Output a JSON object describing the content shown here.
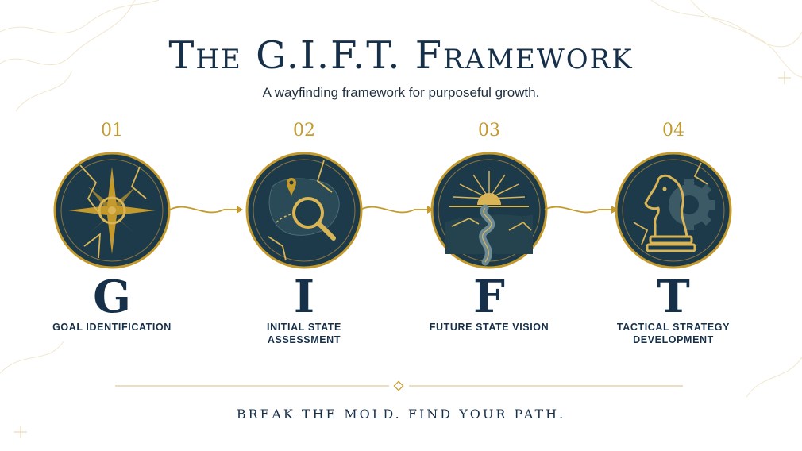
{
  "title": "The G.I.F.T. Framework",
  "subtitle": "A wayfinding framework for purposeful growth.",
  "stages": [
    {
      "number": "01",
      "letter": "G",
      "label": "GOAL IDENTIFICATION",
      "icon": "compass-icon"
    },
    {
      "number": "02",
      "letter": "I",
      "label": "INITIAL STATE ASSESSMENT",
      "icon": "map-magnifier-icon"
    },
    {
      "number": "03",
      "letter": "F",
      "label": "FUTURE STATE VISION",
      "icon": "sunrise-path-icon"
    },
    {
      "number": "04",
      "letter": "T",
      "label": "TACTICAL STRATEGY DEVELOPMENT",
      "icon": "chess-knight-gear-icon"
    }
  ],
  "tagline": "BREAK THE MOLD. FIND YOUR PATH.",
  "colors": {
    "navy": "#17304a",
    "gold": "#c49a2c",
    "circle_fill": "#1c3a4a"
  }
}
